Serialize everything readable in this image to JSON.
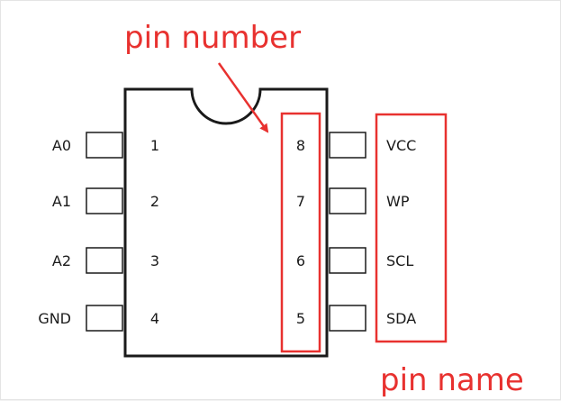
{
  "colors": {
    "annotation": "#e8312f",
    "outline": "#1a1a1a"
  },
  "annotations": {
    "top": "pin number",
    "bottom": "pin name"
  },
  "pins_left": [
    {
      "name": "A0",
      "number": "1"
    },
    {
      "name": "A1",
      "number": "2"
    },
    {
      "name": "A2",
      "number": "3"
    },
    {
      "name": "GND",
      "number": "4"
    }
  ],
  "pins_right": [
    {
      "name": "VCC",
      "number": "8"
    },
    {
      "name": "WP",
      "number": "7"
    },
    {
      "name": "SCL",
      "number": "6"
    },
    {
      "name": "SDA",
      "number": "5"
    }
  ]
}
